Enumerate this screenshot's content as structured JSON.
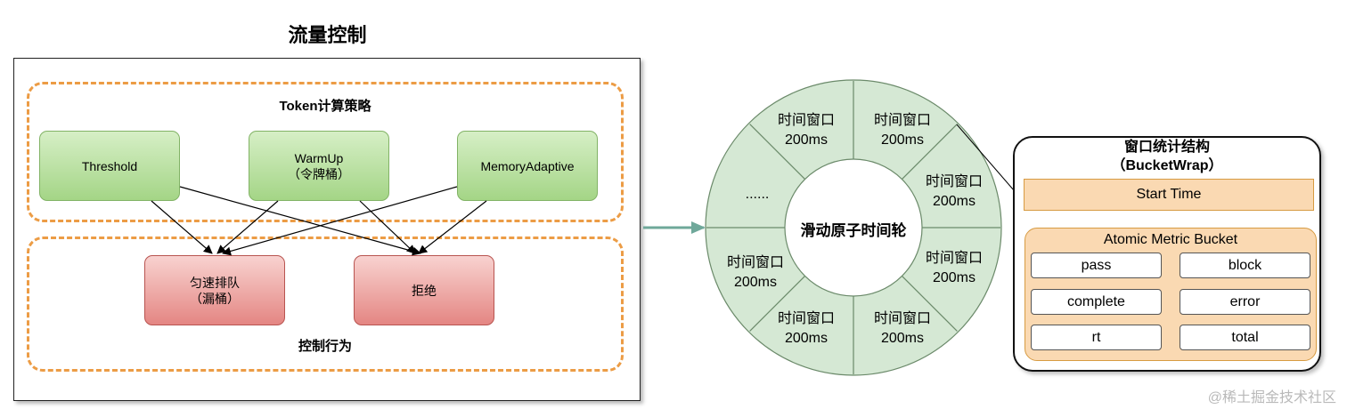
{
  "flow_control": {
    "title": "流量控制",
    "token_group_label": "Token计算策略",
    "behavior_group_label": "控制行为",
    "strategies": [
      {
        "label": "Threshold"
      },
      {
        "label": "WarmUp\n（令牌桶）"
      },
      {
        "label": "MemoryAdaptive"
      }
    ],
    "behaviors": [
      {
        "label": "匀速排队\n（漏桶）"
      },
      {
        "label": "拒绝"
      }
    ]
  },
  "wheel": {
    "center_label": "滑动原子时间轮",
    "segments": [
      {
        "label": "时间窗口\n200ms"
      },
      {
        "label": "时间窗口\n200ms"
      },
      {
        "label": "时间窗口\n200ms"
      },
      {
        "label": "时间窗口\n200ms"
      },
      {
        "label": "时间窗口\n200ms"
      },
      {
        "label": "时间窗口\n200ms"
      },
      {
        "label": "时间窗口\n200ms"
      },
      {
        "label": "......"
      }
    ]
  },
  "bucket_wrap": {
    "title_line1": "窗口统计结构",
    "title_line2": "（BucketWrap）",
    "start_time": "Start Time",
    "metric_bucket_label": "Atomic Metric Bucket",
    "fields": [
      "pass",
      "block",
      "complete",
      "error",
      "rt",
      "total"
    ]
  },
  "watermark": "@稀土掘金技术社区",
  "colors": {
    "dash_orange": "#ec9c45",
    "green_fill": "#b8e0a0",
    "red_fill": "#eea9a6",
    "wheel_fill": "#d5e8d4",
    "orange_fill": "#fad9b2",
    "connector_arrow": "#6fa89a"
  }
}
